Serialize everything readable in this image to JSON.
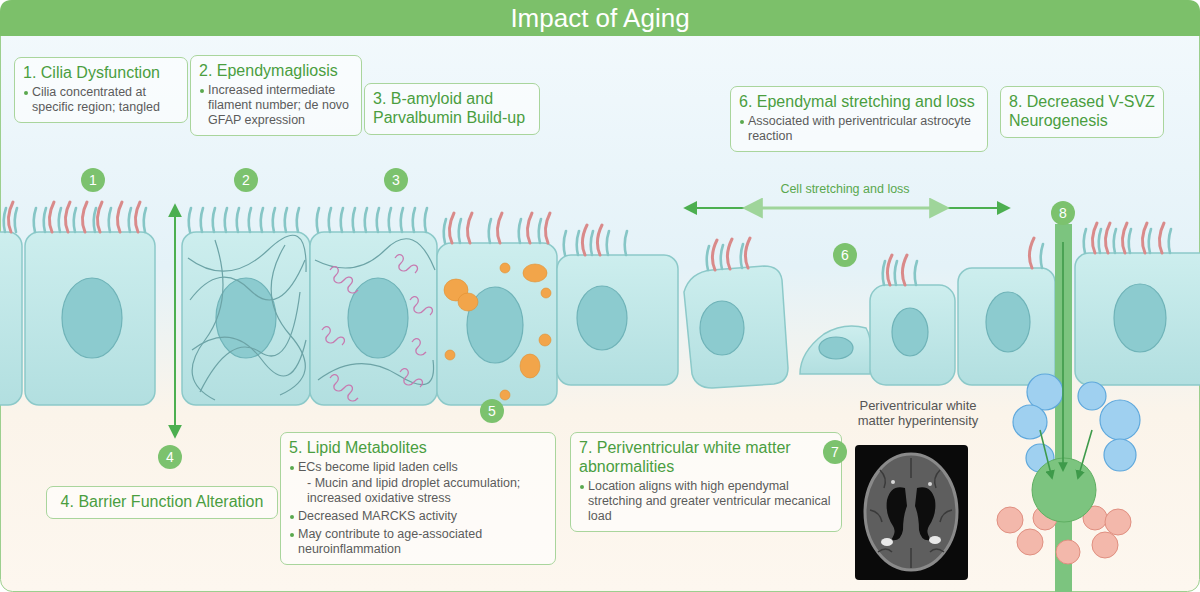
{
  "diagram": {
    "title": "Impact of Aging",
    "nodes": [
      {
        "text": [
          "1. Cilia Dysfunction",
          "Cilia concentrated at specific region; tangled"
        ]
      },
      {
        "text": [
          "2. Ependymagliosis",
          "Increased intermediate filament number; de novo GFAP expression"
        ]
      },
      {
        "text": [
          "3. B-amyloid and Parvalbumin Build-up"
        ]
      },
      {
        "text": [
          "6. Ependymal stretching and loss",
          "Associated with periventricular astrocyte reaction"
        ]
      },
      {
        "text": [
          "8. Decreased V-SVZ Neurogenesis"
        ]
      },
      {
        "text": [
          "4. Barrier Function Alteration"
        ]
      },
      {
        "text": [
          "5. Lipid Metabolites",
          "ECs become lipid laden cells",
          "- Mucin and lipid droplet accumulation; increased oxidative stress",
          "Decreased MARCKS activity",
          "May contribute to age-associated neuroinflammation"
        ]
      },
      {
        "text": [
          "7. Periventricular white matter abnormalities",
          "Location aligns with high ependymal stretching and greater ventricular mecanical load"
        ]
      }
    ],
    "labels": [
      "1",
      "2",
      "3",
      "Cell stretching and loss",
      "6",
      "8",
      "4",
      "5",
      "7",
      "Periventricular white matter hyperintensity"
    ]
  }
}
